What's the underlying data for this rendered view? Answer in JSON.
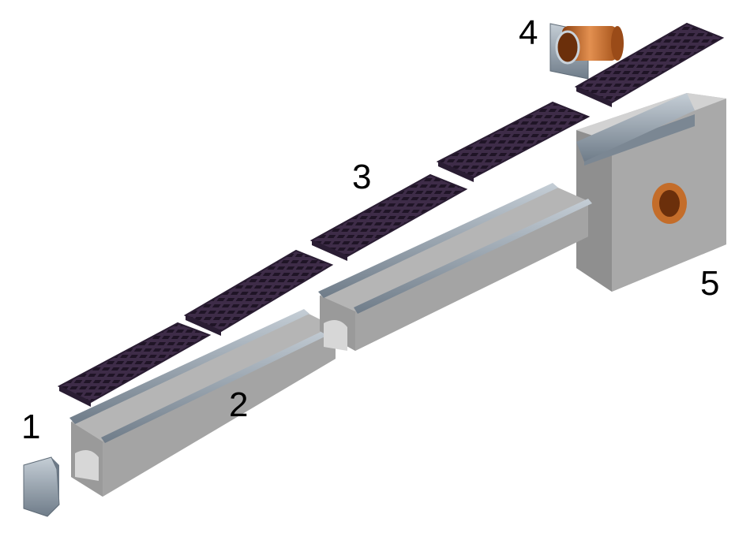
{
  "labels": {
    "n1": "1",
    "n2": "2",
    "n3": "3",
    "n4": "4",
    "n5": "5"
  },
  "icons": {
    "end_cap": "end-cap-icon",
    "drain_channel": "drain-channel-icon",
    "grate": "grate-icon",
    "pipe_adapter": "pipe-adapter-icon",
    "catch_basin": "catch-basin-icon"
  },
  "colors": {
    "concrete": "#b9b9b9",
    "concrete_dark": "#8f8f8f",
    "steel": "#9aa7b3",
    "steel_dark": "#6d7a87",
    "grate": "#3e2c48",
    "grate_dark": "#2a1d33",
    "copper": "#c46d2a",
    "background": "#ffffff"
  }
}
